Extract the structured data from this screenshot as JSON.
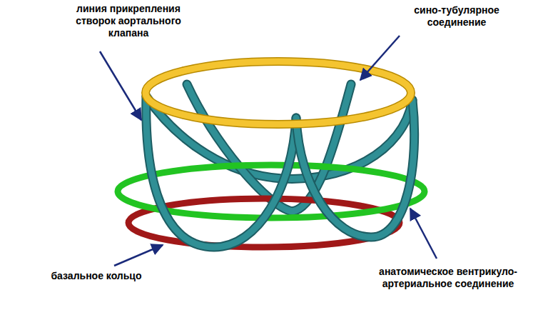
{
  "diagram": {
    "labels": [
      "линия прикрепления створок аортального клапана",
      "сино-тубулярное соединение",
      "базальное кольцо",
      "анатомическое вентрикуло-артериальное соединение"
    ]
  }
}
